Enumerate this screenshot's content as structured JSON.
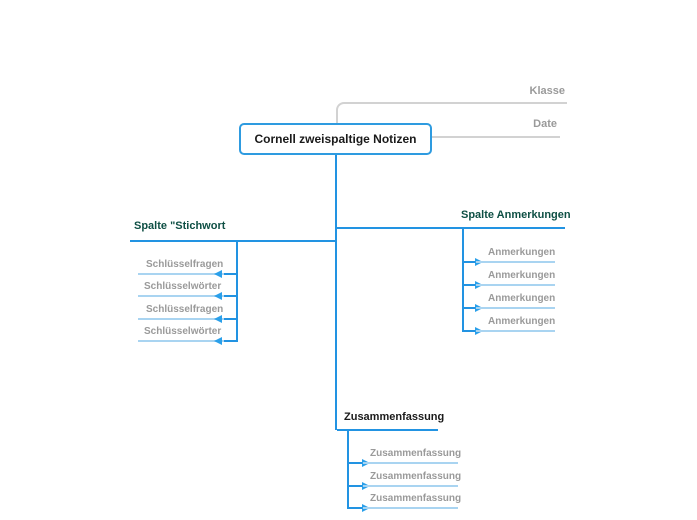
{
  "root": {
    "label": "Cornell zweispaltige Notizen"
  },
  "fields": {
    "klasse": "Klasse",
    "date": "Date"
  },
  "branches": {
    "stichwort": {
      "label": "Spalte \"Stichwort",
      "children": [
        "Schlüsselfragen",
        "Schlüsselwörter",
        "Schlüsselfragen",
        "Schlüsselwörter"
      ]
    },
    "anmerkungen": {
      "label": "Spalte Anmerkungen",
      "children": [
        "Anmerkungen",
        "Anmerkungen",
        "Anmerkungen",
        "Anmerkungen"
      ]
    },
    "zusammenfassung": {
      "label": "Zusammenfassung",
      "children": [
        "Zusammenfassung",
        "Zusammenfassung",
        "Zusammenfassung"
      ]
    }
  },
  "colors": {
    "accent": "#2293e2",
    "light": "#a9d4f1",
    "arrow": "#2ba0ea",
    "grayline": "#d2d2d2",
    "graytext": "#9a9a9a",
    "teal": "#0e4f44",
    "nodeborder": "#2e9be0",
    "darktext": "#1a1a1a"
  }
}
